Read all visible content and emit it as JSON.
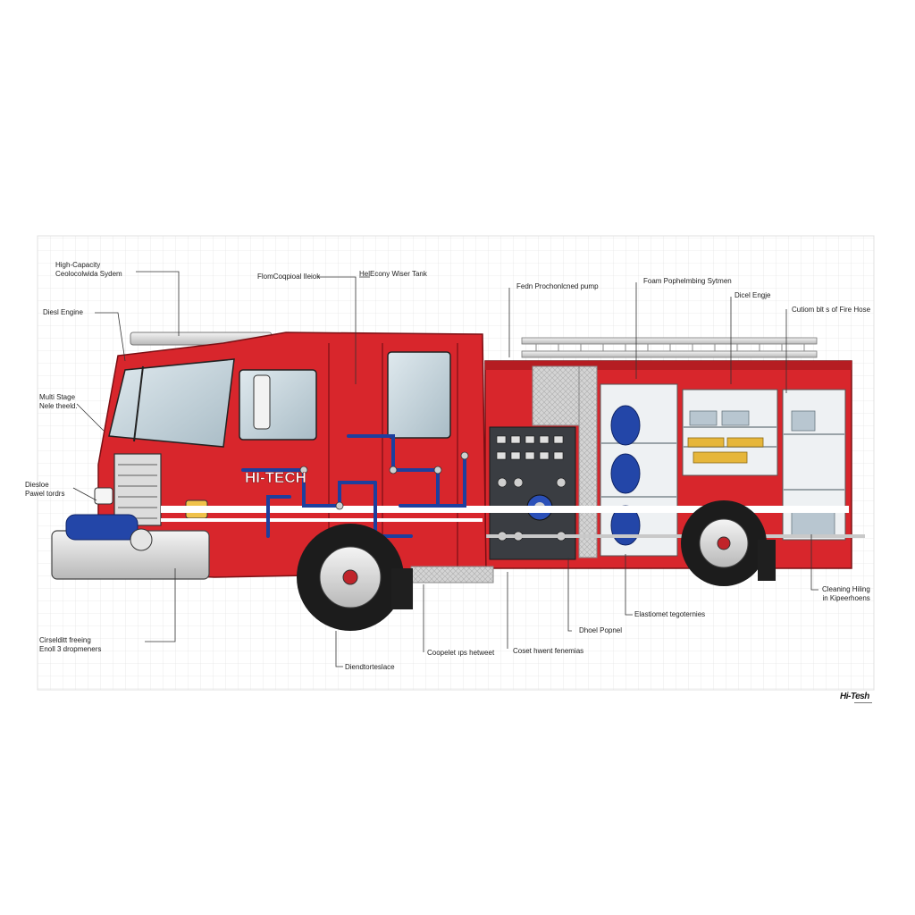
{
  "labels": {
    "high_capacity": [
      "High-Capacity",
      "Ceolocolwida Sydem"
    ],
    "diesel_engine_left": [
      "Diesl Engine"
    ],
    "multi_stage": [
      "Multi Stage",
      "Nele theeld."
    ],
    "diesel_panel": [
      "Diesloe",
      "Pawel tordrs"
    ],
    "crosstalk": [
      "Cirselditt freeing",
      "Enoll 3 dropmeners"
    ],
    "foam_cockpit": [
      "FlomCoqpioal Ileiok"
    ],
    "water_tank": [
      "HelEcony Wiser Tank"
    ],
    "foam_pump": [
      "Fedn Prochonlcned pump"
    ],
    "foam_system": [
      "Foam Pophelmbing Sytmen"
    ],
    "diesel_engine_right": [
      "Dicel Engje"
    ],
    "custom_hose": [
      "Cutiom blt s of Fire Hose"
    ],
    "cleaning_hung": [
      "Cleaning Hiling",
      "in Kipeerhoens"
    ],
    "elastomet": [
      "Elastiomet tegoternies"
    ],
    "diesel_popnel": [
      "Dhoel Popnel"
    ],
    "coset_hweni": [
      "Coset hwent fenemias"
    ],
    "coopelet": [
      "Coopelet ıps hetweet"
    ],
    "diesel_teslace": [
      "Diendtorteslace"
    ]
  },
  "truck": {
    "brand_text": "HI-TECH",
    "body_color": "#d8262c",
    "stripe_color": "#ffffff",
    "pipe_color": "#1d3f9e"
  },
  "logo": {
    "text": "Hi-Tesh"
  }
}
